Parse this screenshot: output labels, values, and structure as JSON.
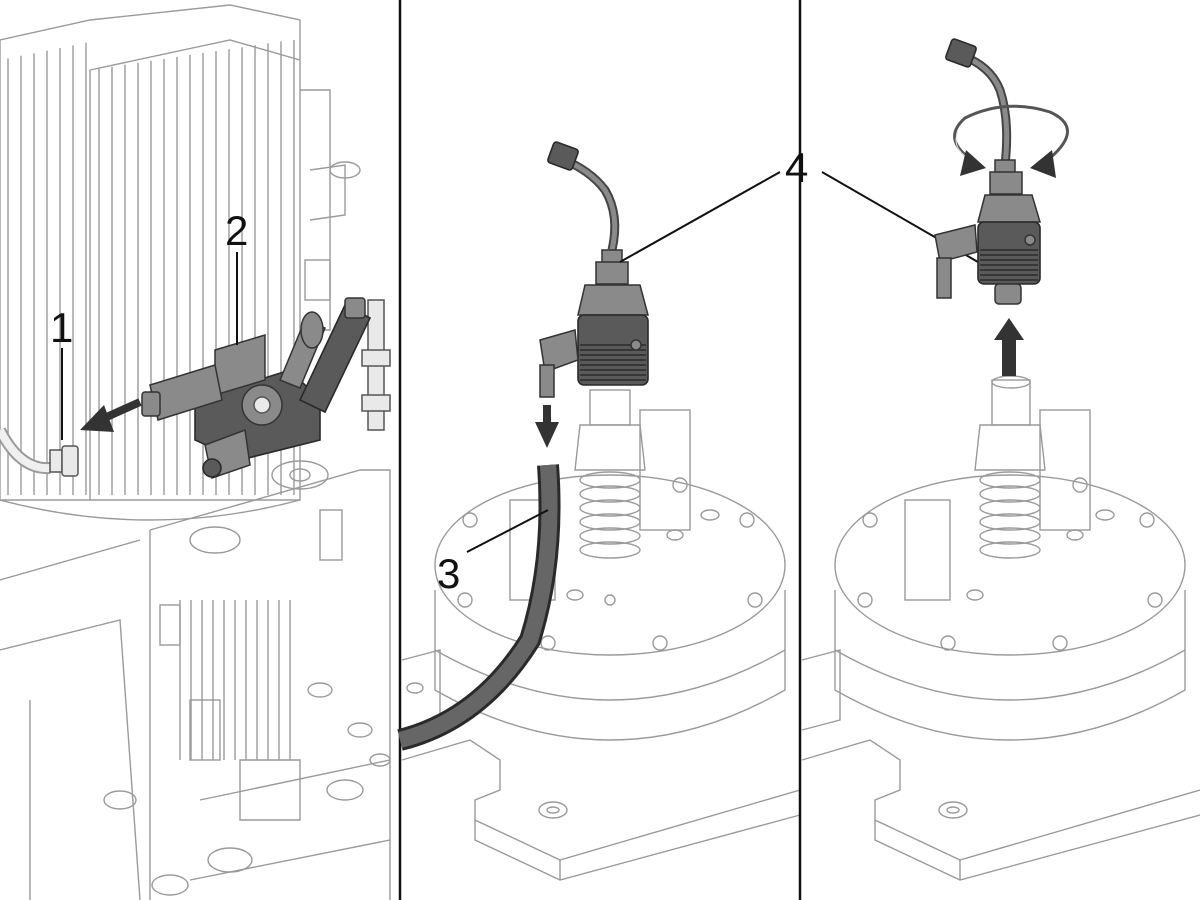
{
  "figure": {
    "panels": [
      "left-panel",
      "middle-panel",
      "right-panel"
    ]
  },
  "callouts": {
    "c1": "1",
    "c2": "2",
    "c3": "3",
    "c4": "4"
  },
  "colors": {
    "line_art": "#9a9a9a",
    "part_dark": "#5a5a5a",
    "arrow": "#333333",
    "divider": "#111111"
  },
  "icons": [
    "arrow-left-icon",
    "arrow-down-icon",
    "arrow-up-icon",
    "rotate-icon"
  ]
}
